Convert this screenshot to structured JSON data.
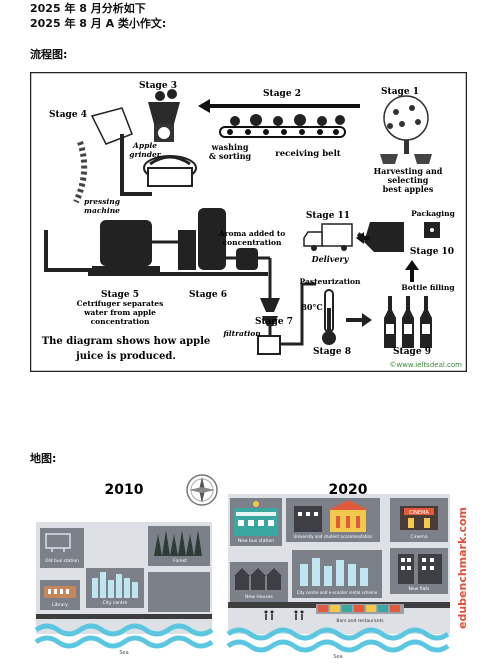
{
  "header": {
    "line1": "2025 年 8 月分析如下",
    "line2": "2025 年 8 月 A 类小作文:"
  },
  "flowchart": {
    "section_label": "流程图:",
    "stages": {
      "s1": "Stage 1",
      "s2": "Stage 2",
      "s3": "Stage 3",
      "s4": "Stage 4",
      "s5": "Stage 5",
      "s6": "Stage 6",
      "s7": "Stage 7",
      "s8": "Stage 8",
      "s9": "Stage 9",
      "s10": "Stage 10",
      "s11": "Stage 11"
    },
    "labels": {
      "harvest1": "Harvesting and",
      "harvest2": "selecting",
      "harvest3": "best apples",
      "receiving": "receiving belt",
      "washing1": "washing",
      "washing2": "& sorting",
      "grinder1": "Apple",
      "grinder2": "grinder",
      "pressing1": "pressing",
      "pressing2": "machine",
      "centri1": "Cetrifuger separates",
      "centri2": "water from apple",
      "centri3": "concentration",
      "aroma1": "Aroma added to",
      "aroma2": "concentration",
      "filtration": "filtration",
      "pasteurization": "Pasteurization",
      "temp": "80°C",
      "bottle_filling": "Bottle filling",
      "packaging": "Packaging",
      "delivery": "Delivery",
      "caption1": "The diagram shows how apple",
      "caption2": "juice is produced.",
      "site": "©www.ieltsdeal.com"
    }
  },
  "map": {
    "section_label": "地图:",
    "year_left": "2010",
    "year_right": "2020",
    "left": {
      "bus_station": "Old bus station",
      "forest": "Forest",
      "city_centre": "City centre",
      "library": "Library",
      "sea": "Sea"
    },
    "right": {
      "new_bus_station": "New bus station",
      "university": "University and student accommodation",
      "cinema": "Cinema",
      "new_houses": "New Houses",
      "city_centre_rental": "City centre and e-scooter rental scheme",
      "new_flats": "New flats",
      "bars": "Bars and restaurants",
      "sea": "Sea"
    },
    "watermark": "edubenchmark.com"
  }
}
